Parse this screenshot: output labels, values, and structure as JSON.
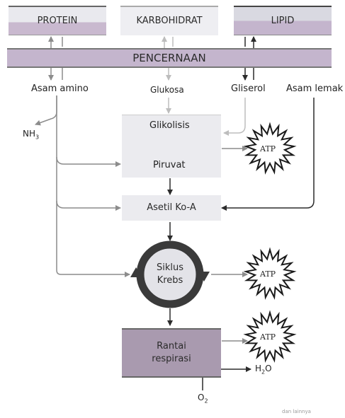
{
  "top_boxes": {
    "protein": "PROTEIN",
    "karbohidrat": "KARBOHIDRAT",
    "lipid": "LIPID"
  },
  "pencernaan": "PENCERNAAN",
  "products": {
    "asam_amino": "Asam amino",
    "glukosa": "Glukosa",
    "gliserol": "Gliserol",
    "asam_lemak": "Asam lemak"
  },
  "nh3": {
    "base": "NH",
    "sub": "3"
  },
  "glikolisis": "Glikolisis",
  "piruvat": "Piruvat",
  "asetil": "Asetil Ko-A",
  "siklus": "Siklus\nKrebs",
  "rantai": "Rantai\nrespirasi",
  "atp": "ATP",
  "h2o": {
    "pre": "H",
    "sub": "2",
    "post": "O"
  },
  "o2": {
    "base": "O",
    "sub": "2"
  },
  "watermark": "dan lainnya",
  "colors": {
    "protein_fill": "#c9b9cf",
    "karbohidrat_fill": "#e9e9ee",
    "lipid_fill": "#c9b9cf",
    "pencernaan_fill": "#c4b5cd",
    "light_box_fill": "#ebebef",
    "rantai_fill": "#a99aaf",
    "dark_arrow": "#2b2b2b",
    "grey_arrow": "#8c8c8c",
    "light_arrow": "#bdbdbd"
  }
}
